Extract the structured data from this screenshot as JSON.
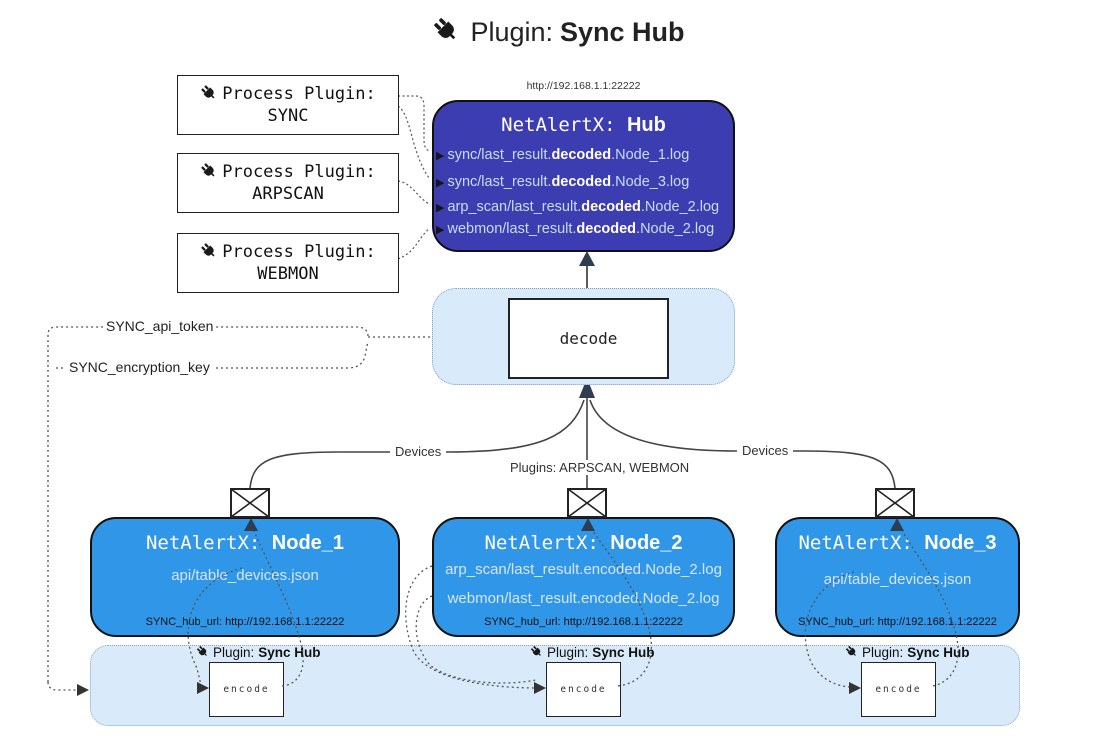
{
  "title": {
    "prefix": "Plugin:",
    "name": "Sync Hub"
  },
  "hub": {
    "url": "http://192.168.1.1:22222",
    "name_prefix": "NetAlertX:",
    "name": "Hub",
    "logs": [
      {
        "pre": "sync/last_result.",
        "mid": "decoded",
        "post": ".Node_1.log"
      },
      {
        "pre": "sync/last_result.",
        "mid": "decoded",
        "post": ".Node_3.log"
      },
      {
        "pre": "arp_scan/last_result.",
        "mid": "decoded",
        "post": ".Node_2.log"
      },
      {
        "pre": "webmon/last_result.",
        "mid": "decoded",
        "post": ".Node_2.log"
      }
    ]
  },
  "process_plugins": [
    {
      "label": "Process Plugin:",
      "name": "SYNC"
    },
    {
      "label": "Process Plugin:",
      "name": "ARPSCAN"
    },
    {
      "label": "Process Plugin:",
      "name": "WEBMON"
    }
  ],
  "decode": {
    "label": "decode"
  },
  "settings": {
    "api_token": "SYNC_api_token",
    "encryption_key": "SYNC_encryption_key"
  },
  "edges": {
    "left_label": "Devices",
    "middle_label": "Plugins: ARPSCAN, WEBMON",
    "right_label": "Devices"
  },
  "nodes": [
    {
      "name_prefix": "NetAlertX:",
      "name": "Node_1",
      "files": [
        "api/table_devices.json"
      ],
      "hub_url": "SYNC_hub_url: http://192.168.1.1:22222"
    },
    {
      "name_prefix": "NetAlertX:",
      "name": "Node_2",
      "files": [
        "arp_scan/last_result.encoded.Node_2.log",
        "webmon/last_result.encoded.Node_2.log"
      ],
      "hub_url": "SYNC_hub_url: http://192.168.1.1:22222"
    },
    {
      "name_prefix": "NetAlertX:",
      "name": "Node_3",
      "files": [
        "api/table_devices.json"
      ],
      "hub_url": "SYNC_hub_url: http://192.168.1.1:22222"
    }
  ],
  "encode_band": {
    "plugin_label_prefix": "Plugin:",
    "plugin_label_name": "Sync Hub",
    "encode_label": "encode"
  },
  "colors": {
    "hub_bg": "#3D3DB2",
    "node_bg": "#2F96E8",
    "light_container_bg": "#D9EAFB",
    "dark_arrow": "#2E3D50",
    "line": "#444444",
    "dotted_line": "#555555",
    "hub_text_light": "#CBDCF2"
  }
}
